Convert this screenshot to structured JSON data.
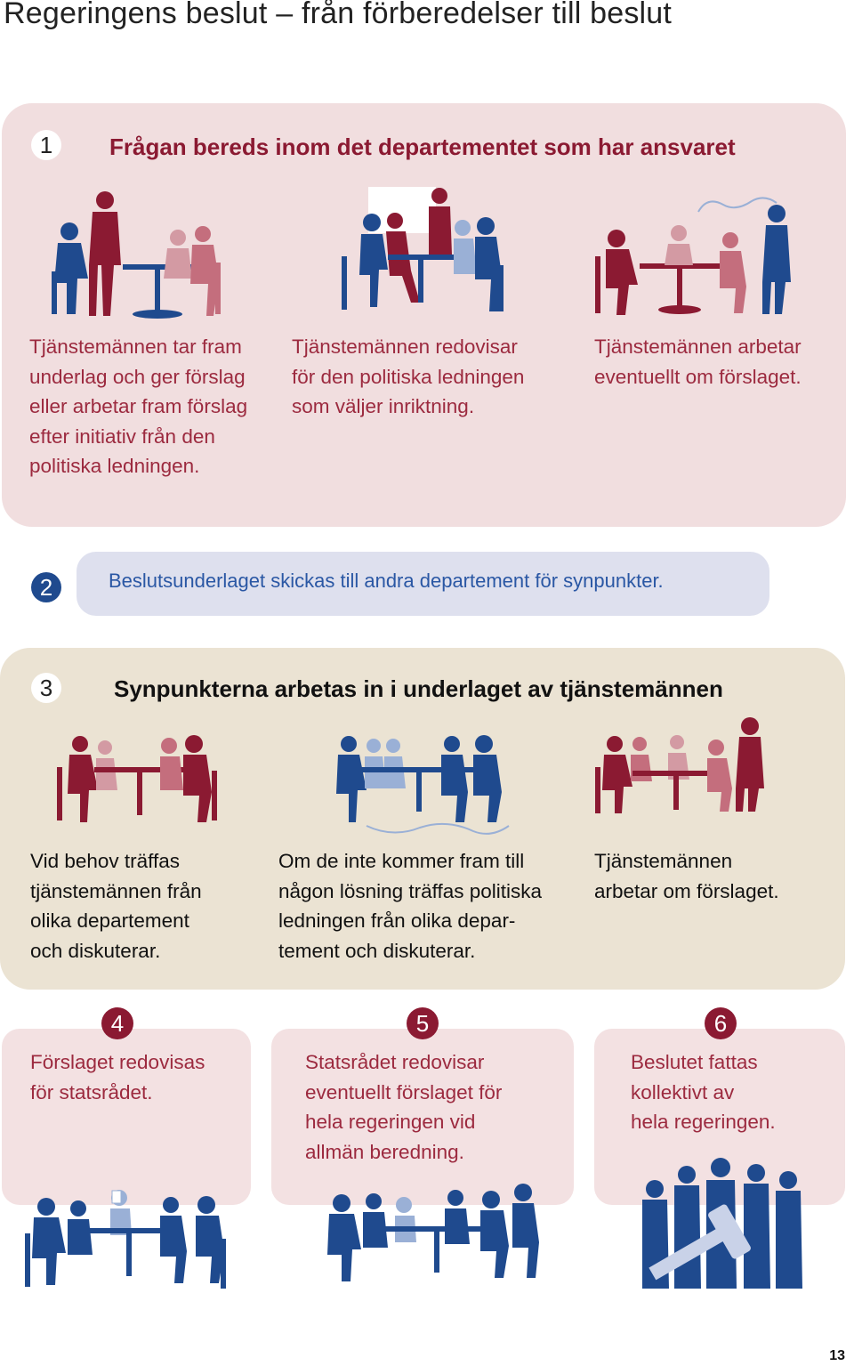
{
  "title": "Regeringens beslut – från förberedelser till beslut",
  "colors": {
    "red": "#8b1a32",
    "blue": "#1f4a8e",
    "light_red": "#f1dedf",
    "light_blue": "#dee0ee",
    "beige": "#ebe3d3"
  },
  "step1": {
    "number": "1",
    "heading": "Frågan bereds inom det departementet som har ansvaret",
    "items": [
      {
        "text": "Tjänstemännen tar fram\nunderlag och ger förslag\neller arbetar fram förslag\nefter initiativ från den\npolitiska ledningen."
      },
      {
        "text": "Tjänstemännen redovisar\nför den politiska ledningen\nsom väljer inriktning."
      },
      {
        "text": "Tjänstemännen arbetar\neventuellt om förslaget."
      }
    ]
  },
  "step2": {
    "number": "2",
    "text": "Beslutsunderlaget skickas till andra departement för synpunkter."
  },
  "step3": {
    "number": "3",
    "heading": "Synpunkterna arbetas in i underlaget av tjänstemännen",
    "items": [
      {
        "text": "Vid behov träffas\ntjänstemännen från\nolika departement\noch diskuterar."
      },
      {
        "text": "Om de inte kommer fram till\nnågon lösning träffas politiska\nledningen från olika depar-\ntement och diskuterar."
      },
      {
        "text": "Tjänstemännen\narbetar om förslaget."
      }
    ]
  },
  "step4": {
    "number": "4",
    "text": "Förslaget redovisas\nför statsrådet."
  },
  "step5": {
    "number": "5",
    "text": "Statsrådet redovisar\neventuellt förslaget för\nhela regeringen vid\nallmän beredning."
  },
  "step6": {
    "number": "6",
    "text": "Beslutet fattas\nkollektivt av\nhela regeringen."
  },
  "page_number": "13"
}
